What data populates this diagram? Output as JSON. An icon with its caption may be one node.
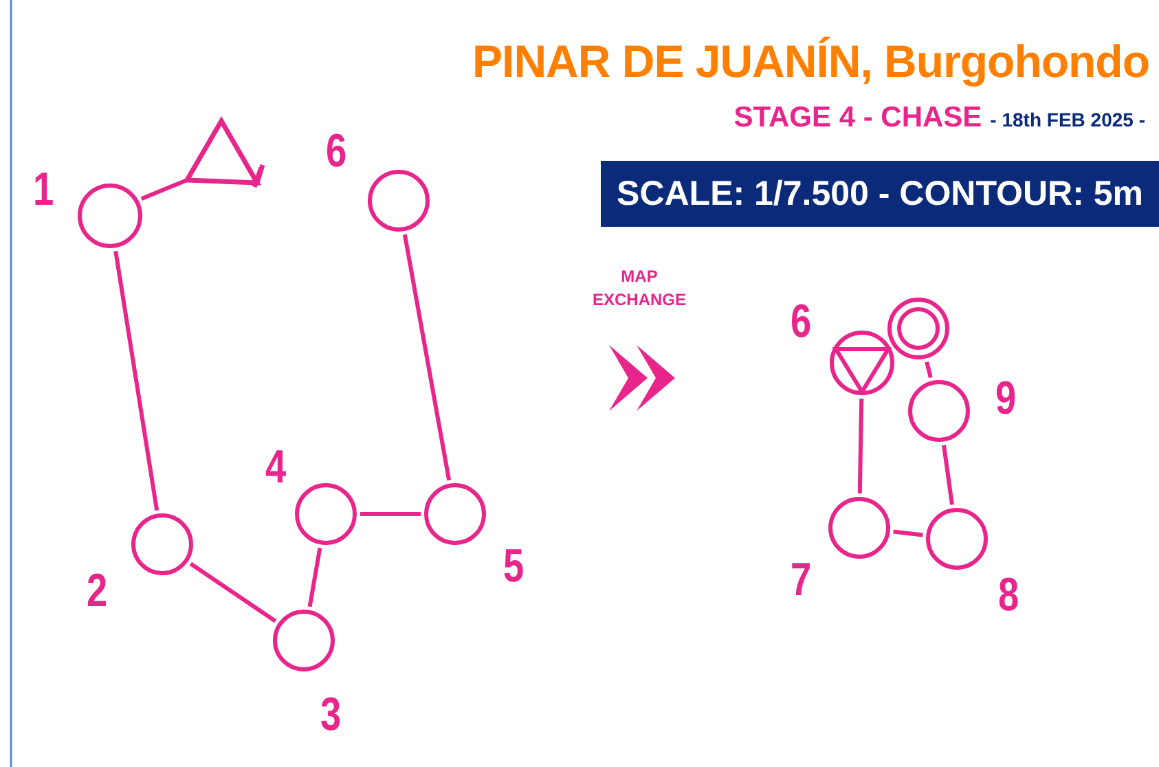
{
  "diagram": {
    "title": "PINAR DE JUANÍN, Burgohondo",
    "nodes": [
      {
        "text": [],
        "shape": "triangle"
      },
      {
        "text": [],
        "shape": "circle",
        "beside": [
          "1"
        ]
      },
      {
        "text": [],
        "shape": "circle",
        "beside": [
          "2"
        ]
      },
      {
        "text": [],
        "shape": "circle",
        "beside": [
          "3"
        ]
      },
      {
        "text": [],
        "shape": "circle",
        "beside": [
          "4"
        ]
      },
      {
        "text": [],
        "shape": "circle",
        "beside": [
          "5"
        ]
      },
      {
        "text": [],
        "shape": "circle",
        "beside": [
          "6"
        ]
      },
      {
        "text": [],
        "shape": "circle",
        "beside": [
          "6"
        ]
      },
      {
        "text": [],
        "shape": "circle",
        "beside": [
          "7"
        ]
      },
      {
        "text": [],
        "shape": "circle",
        "beside": [
          "8"
        ]
      },
      {
        "text": [],
        "shape": "circle",
        "beside": [
          "9"
        ]
      },
      {
        "text": [],
        "shape": "circle"
      }
    ],
    "edges": [
      {
        "from": 0,
        "to": 1,
        "arrow": "none"
      },
      {
        "from": 1,
        "to": 2,
        "arrow": "none"
      },
      {
        "from": 2,
        "to": 3,
        "arrow": "none"
      },
      {
        "from": 3,
        "to": 4,
        "arrow": "none"
      },
      {
        "from": 4,
        "to": 5,
        "arrow": "none"
      },
      {
        "from": 5,
        "to": 6,
        "arrow": "none"
      },
      {
        "from": 7,
        "to": 8,
        "arrow": "none"
      },
      {
        "from": 8,
        "to": 9,
        "arrow": "none"
      },
      {
        "from": 9,
        "to": 10,
        "arrow": "none"
      },
      {
        "from": 10,
        "to": 11,
        "arrow": "none"
      }
    ],
    "labels": [
      "STAGE 4 - CHASE",
      "- 18th FEB 2025 -",
      "SCALE: 1/7.500 - CONTOUR: 5m",
      "MAP EXCHANGE"
    ]
  }
}
